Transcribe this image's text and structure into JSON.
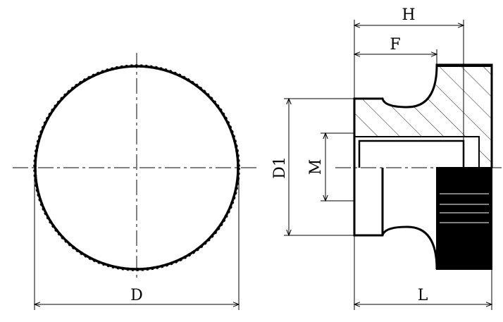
{
  "labels": {
    "d": "D",
    "l": "L",
    "h": "H",
    "f": "F",
    "d1": "D1",
    "m": "M"
  },
  "colors": {
    "line": "#000000",
    "background": "#ffffff"
  }
}
